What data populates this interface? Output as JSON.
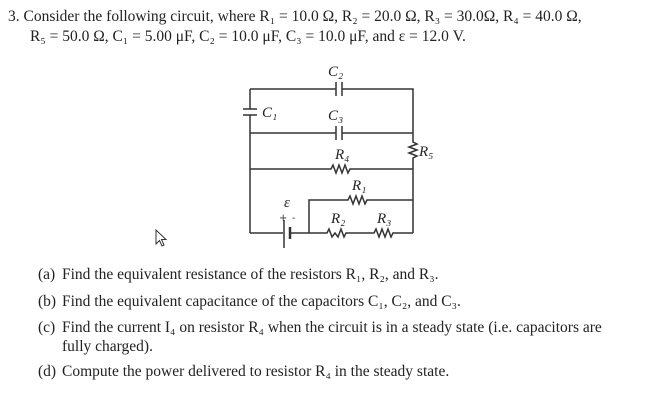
{
  "problem": {
    "line1": "3. Consider the following circuit, where R₁ = 10.0 Ω, R₂ = 20.0 Ω, R₃ = 30.0Ω, R₄ = 40.0 Ω,",
    "line2": "R₅ = 50.0 Ω, C₁ = 5.00 μF, C₂ = 10.0 μF, C₃ = 10.0 μF, and ε = 12.0 V."
  },
  "circuit": {
    "C1": "C₁",
    "C2": "C₂",
    "C3": "C₃",
    "R1": "R₁",
    "R2": "R₂",
    "R3": "R₃",
    "R4": "R₄",
    "R5": "R₅",
    "emf": "ε",
    "plus": "+",
    "minus": "-"
  },
  "parts": [
    {
      "label": "(a)",
      "text": "Find the equivalent resistance of the resistors R₁, R₂, and R₃."
    },
    {
      "label": "(b)",
      "text": "Find the equivalent capacitance of the capacitors C₁, C₂, and C₃."
    },
    {
      "label": "(c)",
      "text": "Find the current I₄ on resistor R₄ when the circuit is in a steady state (i.e. capacitors are",
      "text2": "fully charged)."
    },
    {
      "label": "(d)",
      "text": "Compute the power delivered to resistor R₄ in the steady state."
    }
  ]
}
